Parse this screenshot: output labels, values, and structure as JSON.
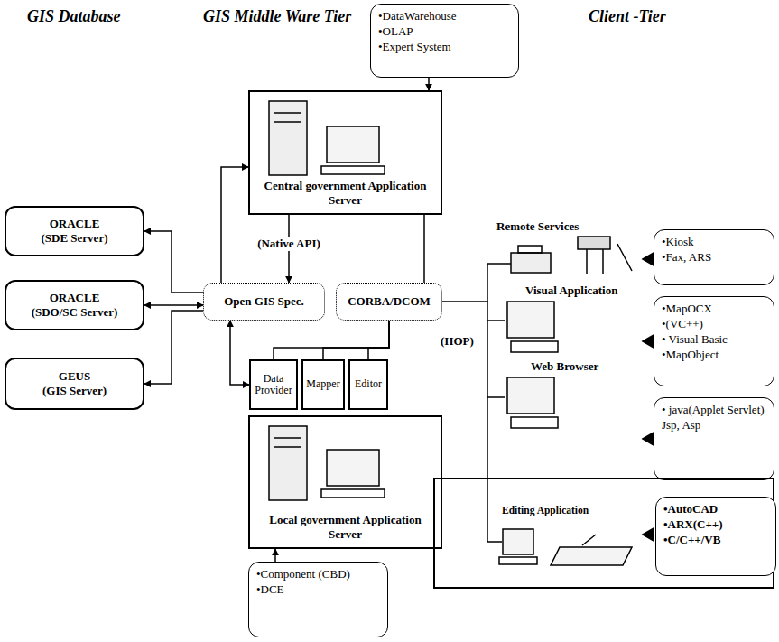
{
  "diagram": {
    "nodes": [
      {
        "text": [
          "ORACLE",
          "(SDE Server)"
        ]
      },
      {
        "text": [
          "ORACLE",
          "(SDO/SC Server)"
        ]
      },
      {
        "text": [
          "GEUS",
          "(GIS Server)"
        ]
      },
      {
        "text": [
          "•DataWarehouse",
          "•OLAP",
          "•Expert System"
        ]
      },
      {
        "text": [
          "Central government Application Server"
        ]
      },
      {
        "text": [
          "Open GIS Spec."
        ]
      },
      {
        "text": [
          "CORBA/DCOM"
        ]
      },
      {
        "text": [
          "Data Provider"
        ]
      },
      {
        "text": [
          "Mapper"
        ]
      },
      {
        "text": [
          "Editor"
        ]
      },
      {
        "text": [
          "Local government Application Server"
        ]
      },
      {
        "text": [
          "•Component (CBD)",
          "•DCE"
        ]
      },
      {
        "text": [
          "•Kiosk",
          "•Fax, ARS"
        ]
      },
      {
        "text": [
          "•MapOCX",
          "•(VC++)",
          "• Visual Basic",
          "•MapObject"
        ]
      },
      {
        "text": [
          "• java(Applet Servlet)",
          "Jsp, Asp"
        ]
      },
      {
        "text": [
          "Editing Application"
        ]
      },
      {
        "text": [
          "•AutoCAD",
          "•ARX(C++)",
          "•C/C++/VB"
        ],
        "in": 15
      }
    ],
    "edges": [
      {
        "from": 5,
        "to": 0,
        "arrow": "to"
      },
      {
        "from": 1,
        "to": 5,
        "arrow": "both"
      },
      {
        "from": 5,
        "to": 2,
        "arrow": "to"
      },
      {
        "from": 5,
        "to": 4,
        "arrow": "to"
      },
      {
        "from": 4,
        "to": 5,
        "arrow": "to",
        "label": "(Native API)"
      },
      {
        "from": 5,
        "to": 7,
        "arrow": "both"
      },
      {
        "from": 4,
        "to": 6,
        "arrow": "none"
      },
      {
        "from": 6,
        "to": 7,
        "arrow": "none"
      },
      {
        "from": 6,
        "to": 8,
        "arrow": "none"
      },
      {
        "from": 6,
        "to": 9,
        "arrow": "none"
      },
      {
        "from": 6,
        "to": 15,
        "arrow": "none"
      },
      {
        "from": 3,
        "to": 4,
        "arrow": "to"
      },
      {
        "from": 11,
        "to": 10,
        "arrow": "to"
      }
    ],
    "labels": [
      "GIS Database",
      "GIS Middle Ware Tier",
      "Client -Tier",
      "Remote Services",
      "Visual Application",
      "Web Browser",
      "(IIOP)"
    ]
  }
}
